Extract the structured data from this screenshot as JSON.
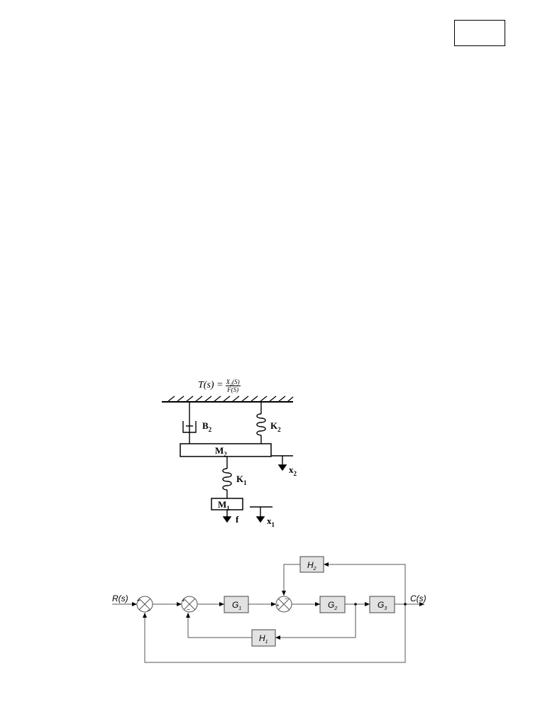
{
  "page": {
    "number_box": ""
  },
  "equation": {
    "lhs": "T(s) =",
    "numerator": "X₂(S)",
    "denominator": "F(S)"
  },
  "mechanical": {
    "damper": "B",
    "damper_sub": "2",
    "spring_top": "K",
    "spring_top_sub": "2",
    "mass_top": "M",
    "mass_top_sub": "2",
    "spring_bottom": "K",
    "spring_bottom_sub": "1",
    "mass_bottom": "M",
    "mass_bottom_sub": "1",
    "force": "f",
    "disp_top": "x",
    "disp_top_sub": "2",
    "disp_bottom": "x",
    "disp_bottom_sub": "1"
  },
  "block_diagram": {
    "input": "R(s)",
    "output": "C(s)",
    "blocks": [
      {
        "id": "G1",
        "label": "G",
        "sub": "1"
      },
      {
        "id": "G2",
        "label": "G",
        "sub": "2"
      },
      {
        "id": "G3",
        "label": "G",
        "sub": "3"
      },
      {
        "id": "H1",
        "label": "H",
        "sub": "1"
      },
      {
        "id": "H2",
        "label": "H",
        "sub": "2"
      }
    ],
    "signs": {
      "plus": "+",
      "minus": "−"
    }
  }
}
